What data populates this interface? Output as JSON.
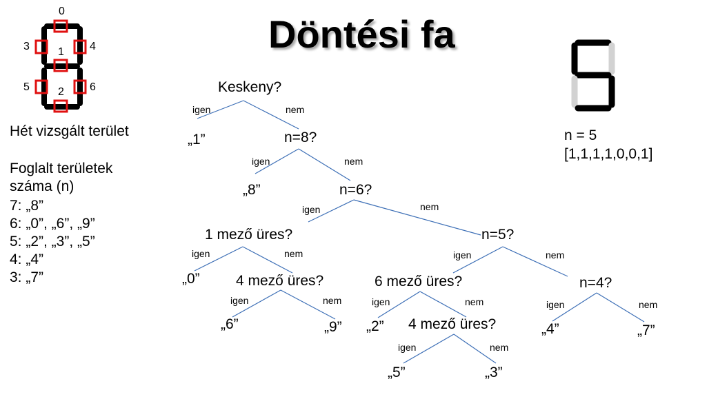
{
  "title": "Döntési fa",
  "segment_numbers": [
    "0",
    "1",
    "2",
    "3",
    "4",
    "5",
    "6"
  ],
  "legend": {
    "line1": "Hét vizsgált terület",
    "line2": "Foglalt területek",
    "line3": "száma (n)",
    "items": [
      "7: „8”",
      "6: „0”, „6”, „9”",
      "5: „2”, „3”, „5”",
      "4: „4”",
      "3: „7”"
    ]
  },
  "example": {
    "n_text": "n = 5",
    "vector": "[1,1,1,1,0,0,1]"
  },
  "tree": {
    "nodes": {
      "keskeny": "Keskeny?",
      "n8": "n=8?",
      "n6": "n=6?",
      "mezo1": "1 mező üres?",
      "n5": "n=5?",
      "mezo4a": "4 mező üres?",
      "mezo6": "6 mező üres?",
      "n4": "n=4?",
      "mezo4b": "4 mező üres?"
    },
    "edges": {
      "yes": "igen",
      "no": "nem"
    },
    "leaves": {
      "d1": "„1”",
      "d8": "„8”",
      "d0": "„0”",
      "d6": "„6”",
      "d9": "„9”",
      "d2": "„2”",
      "d4": "„4”",
      "d7": "„7”",
      "d5": "„5”",
      "d3": "„3”"
    }
  }
}
